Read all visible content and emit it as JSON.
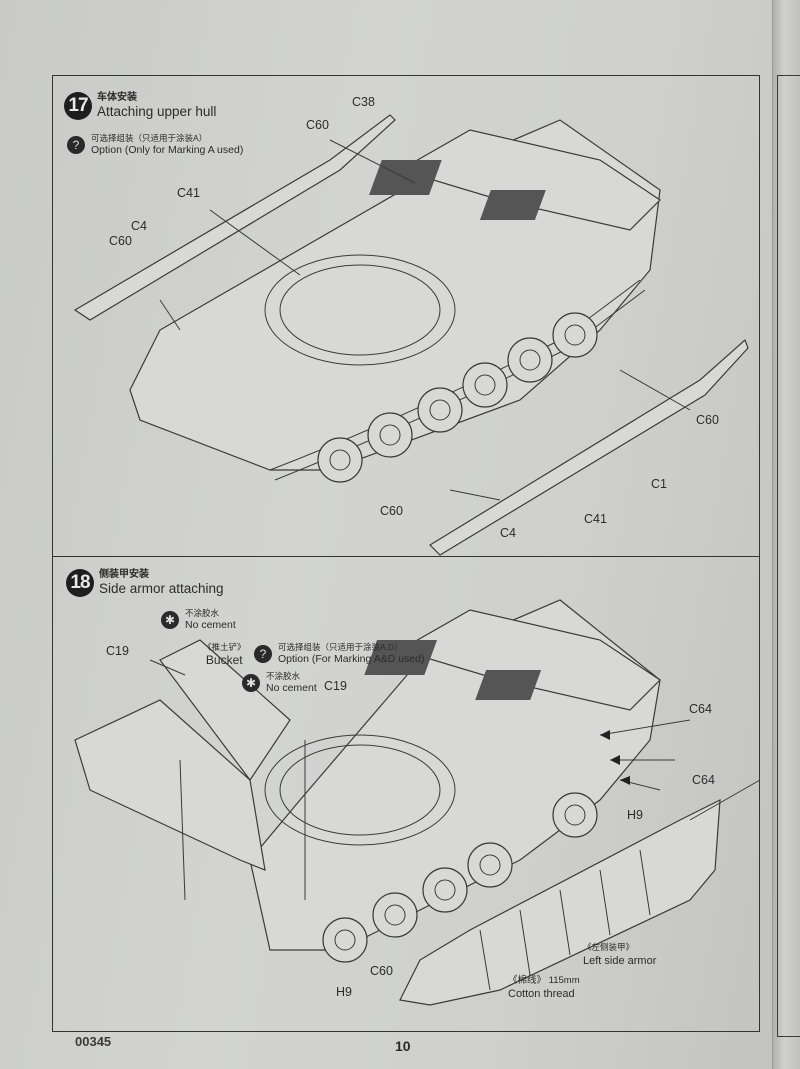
{
  "document": {
    "product_code": "00345",
    "page_number": "10"
  },
  "step17": {
    "number": "17",
    "title_cn": "车体安装",
    "title_en": "Attaching upper hull",
    "option_icon": "question-icon",
    "option_cn": "可选择组装（只适用于涂装A）",
    "option_en": "Option (Only for Marking A used)",
    "part_labels": {
      "c38": "C38",
      "c60_top": "C60",
      "c41_top": "C41",
      "c4_top": "C4",
      "c60_left": "C60",
      "c60_right": "C60",
      "c1": "C1",
      "c60_bottom": "C60",
      "c4_bottom": "C4",
      "c41_bottom": "C41"
    }
  },
  "step18": {
    "number": "18",
    "title_cn": "侧装甲安装",
    "title_en": "Side armor attaching",
    "no_cement_1": {
      "icon": "no-cement-icon",
      "cn": "不涂胶水",
      "en": "No cement"
    },
    "no_cement_2": {
      "icon": "no-cement-icon",
      "cn": "不涂胶水",
      "en": "No cement"
    },
    "bucket": {
      "cn": "《推土铲》",
      "en": "Bucket"
    },
    "option": {
      "icon": "question-icon",
      "cn": "可选择组装（只适用于涂装A,D）",
      "en": "Option (For Marking A&D used)"
    },
    "left_side_armor": {
      "cn": "《左侧装甲》",
      "en": "Left side armor"
    },
    "cotton_thread": {
      "cn": "《棉线》 115mm",
      "en": "Cotton thread"
    },
    "part_labels": {
      "c19_left": "C19",
      "c19_mid": "C19",
      "c64_top": "C64",
      "c64_bottom": "C64",
      "h9_right": "H9",
      "c60": "C60",
      "h9_bottom": "H9"
    }
  }
}
